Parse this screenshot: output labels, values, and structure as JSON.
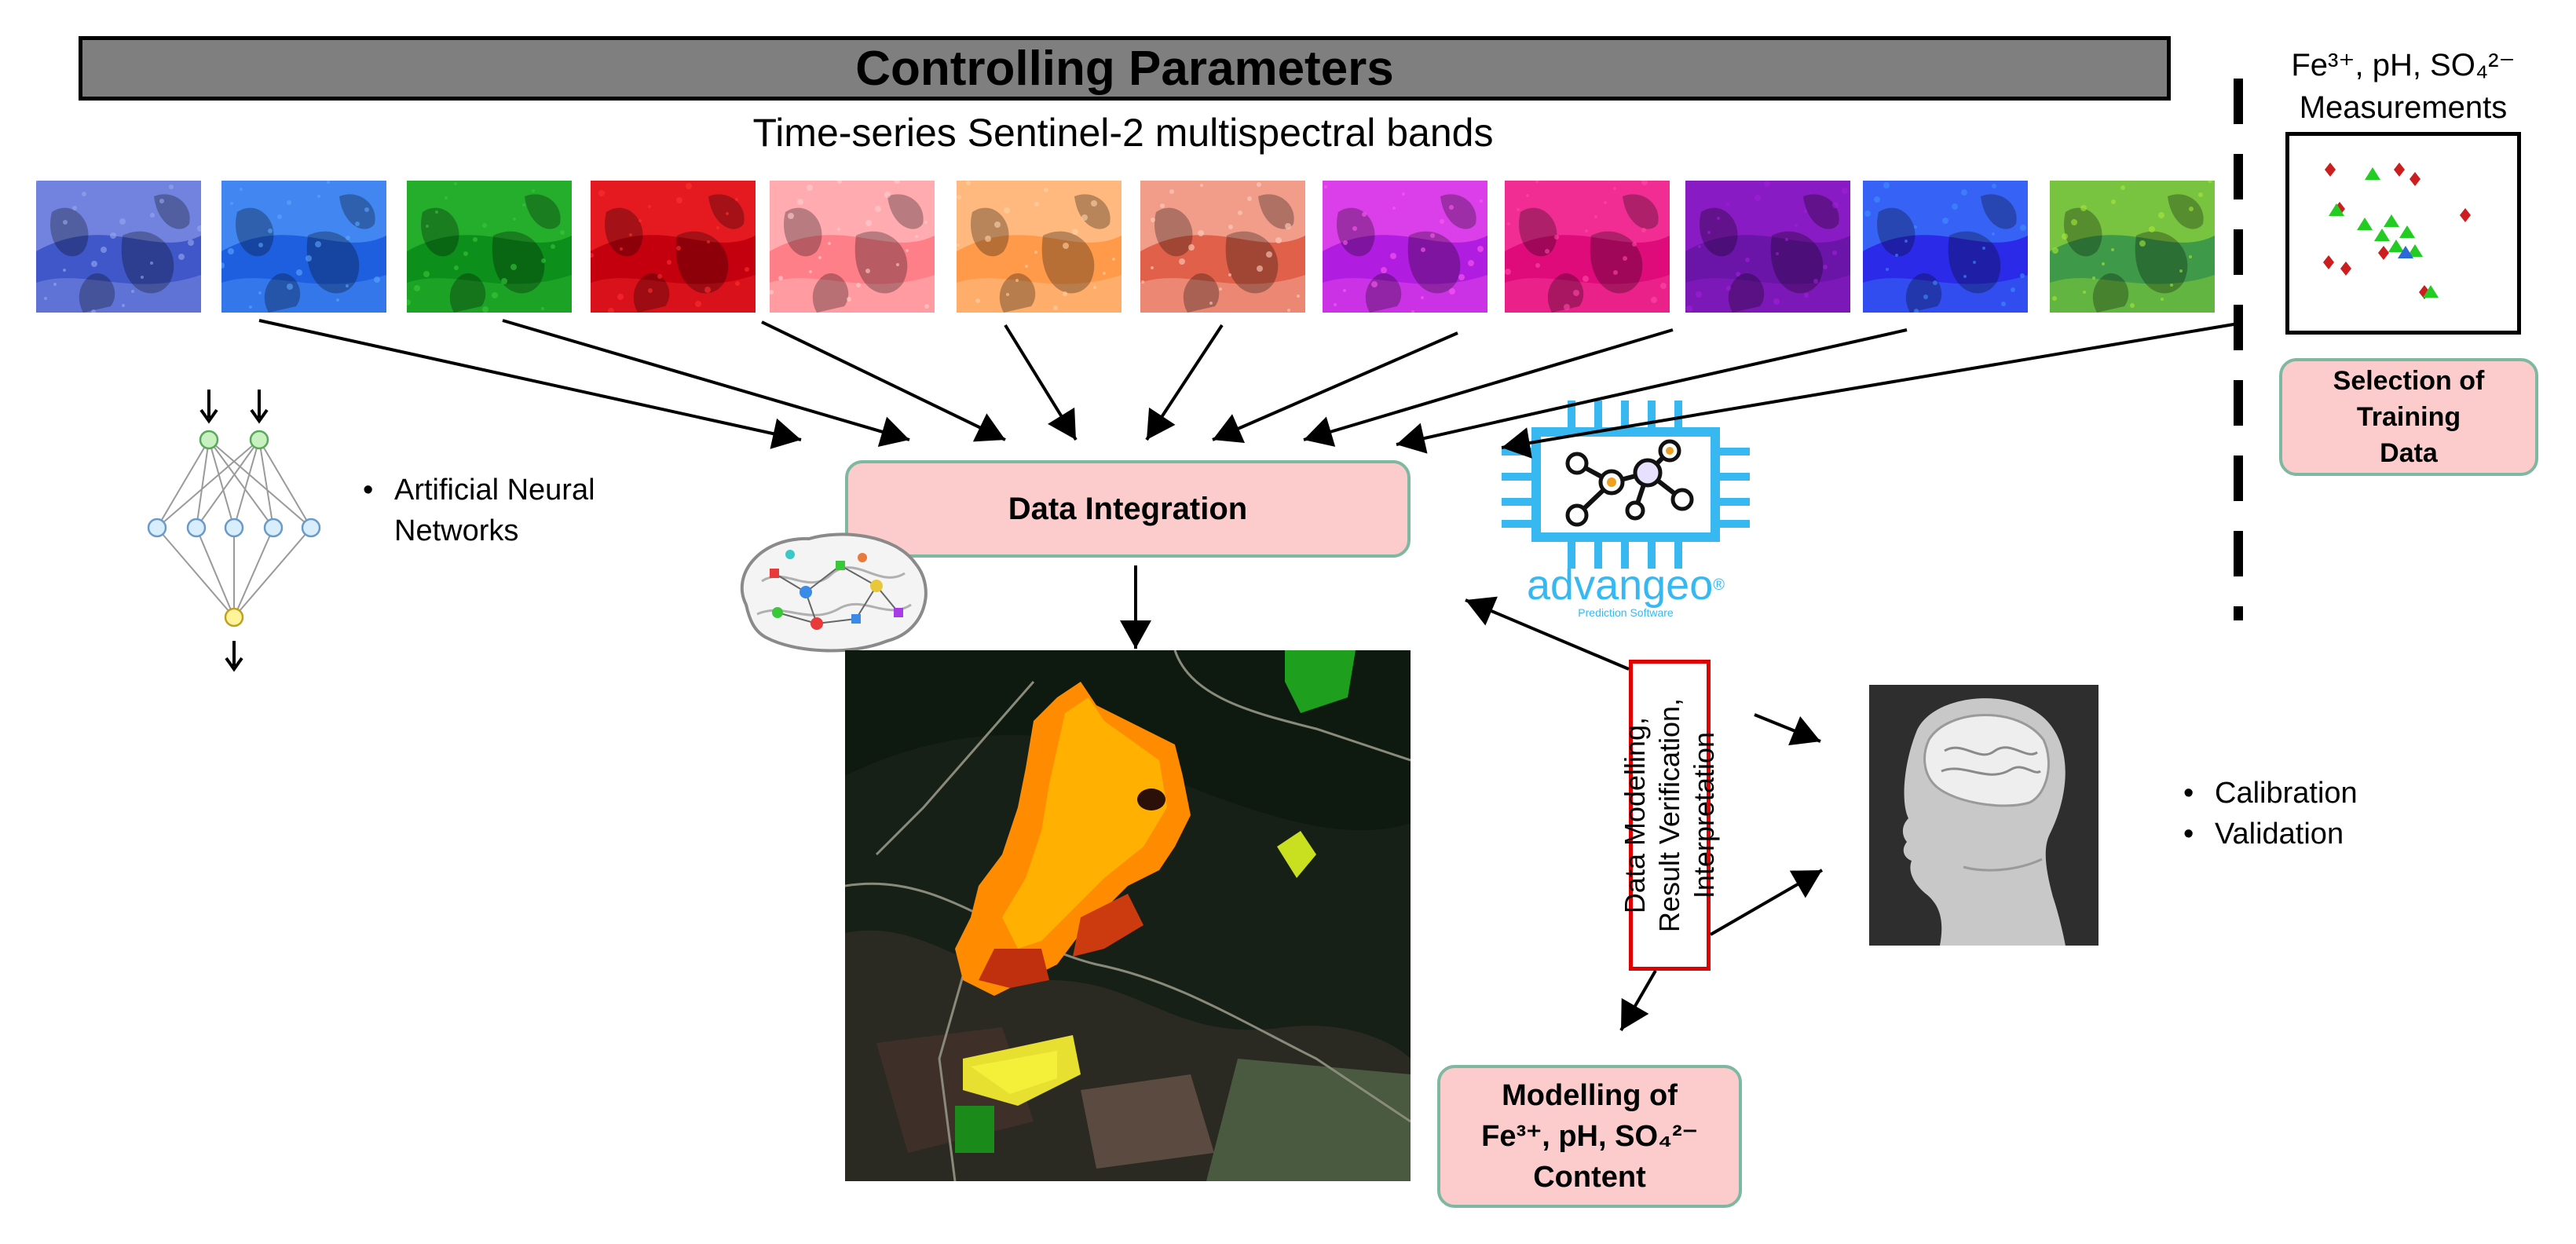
{
  "header": {
    "title": "Controlling Parameters"
  },
  "subtitle": "Time-series Sentinel-2 multispectral bands",
  "bands": [
    {
      "color": "#3f57c8",
      "light": "#9aa8f0"
    },
    {
      "color": "#1e5fe0",
      "light": "#5ea6ff"
    },
    {
      "color": "#0d8f1c",
      "light": "#38c83a"
    },
    {
      "color": "#c4000e",
      "light": "#ff3030"
    },
    {
      "color": "#ff7f88",
      "light": "#ffd0d2"
    },
    {
      "color": "#ff9a4a",
      "light": "#ffd2a8"
    },
    {
      "color": "#e0604a",
      "light": "#ffd0c0"
    },
    {
      "color": "#b01ce0",
      "light": "#ff5cf0"
    },
    {
      "color": "#e00b7a",
      "light": "#ff4aa8"
    },
    {
      "color": "#6a14a8",
      "light": "#a020d8"
    },
    {
      "color": "#2a2ae8",
      "light": "#3f8fff"
    },
    {
      "color": "#3e9a48",
      "light": "#a8e83a"
    }
  ],
  "measurements": {
    "title_line1": "Fe³⁺, pH, SO₄²⁻",
    "title_line2": "Measurements"
  },
  "training": {
    "line1": "Selection of",
    "line2": "Training",
    "line3": "Data"
  },
  "integration": {
    "label": "Data Integration"
  },
  "ann": {
    "line1": "Artificial Neural",
    "line2": "Networks"
  },
  "chip": {
    "brand": "advangeo",
    "registered": "®",
    "tagline": "Prediction Software"
  },
  "modelling_vertical": {
    "line1": "Data Modelling,",
    "line2": "Result Verification,",
    "line3": "Interpretation"
  },
  "calibration": {
    "item1": "Calibration",
    "item2": "Validation"
  },
  "modelling_box": {
    "line1": "Modelling of",
    "line2": "Fe³⁺, pH, SO₄²⁻",
    "line3": "Content"
  },
  "colors": {
    "pink_box": "#fccccc",
    "box_border": "#7fb8a0",
    "chip_blue": "#38b8f0",
    "red_box": "#e00000",
    "header_gray": "#7f7f7f"
  }
}
